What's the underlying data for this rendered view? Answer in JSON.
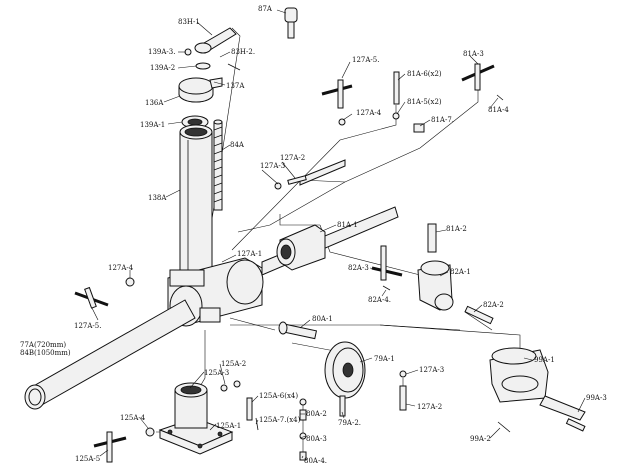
{
  "labels": {
    "l87A": "87A",
    "l83H1": "83H-1",
    "l139A3": "139A-3.",
    "l83H2": "83H-2.",
    "l139A2": "139A-2",
    "l137A": "137A",
    "l136A": "136A",
    "l139A1": "139A-1",
    "l84A": "84A",
    "l138A": "138A",
    "l127A5top": "127A-5.",
    "l81A6": "81A-6(x2)",
    "l81A3": "81A-3",
    "l127A4top": "127A-4",
    "l81A5": "81A-5(x2)",
    "l81A4": "81A-4",
    "l81A7": "81A-7.",
    "l127A2": "127A-2",
    "l127A3": "127A-3",
    "l81A1": "81A-1",
    "l127A1": "127A-1",
    "l81A2": "81A-2",
    "l82A3": "82A-3",
    "l82A1": "82A-1",
    "l127A4": "127A-4",
    "l82A4": "82A-4.",
    "l82A2": "82A-2",
    "l127A5": "127A-5.",
    "l77A": "77A(720mm)",
    "l84B": "84B(1050mm)",
    "l80A1": "80A-1",
    "l125A2": "125A-2",
    "l125A3": "125A-3",
    "l79A1": "79A-1",
    "l99A1": "99A-1",
    "l127A3b": "127A-3",
    "l125A6": "125A-6(x4)",
    "l80A2": "80A-2",
    "l125A7": "125A-7.(x4)",
    "l125A4": "125A-4",
    "l79A2": "79A-2.",
    "l127A2b": "127A-2",
    "l99A3": "99A-3",
    "l125A1": "125A-1",
    "l80A3": "80A-3",
    "l99A2": "99A-2",
    "l125A5": "125A-5",
    "l80A4": "80A-4."
  }
}
